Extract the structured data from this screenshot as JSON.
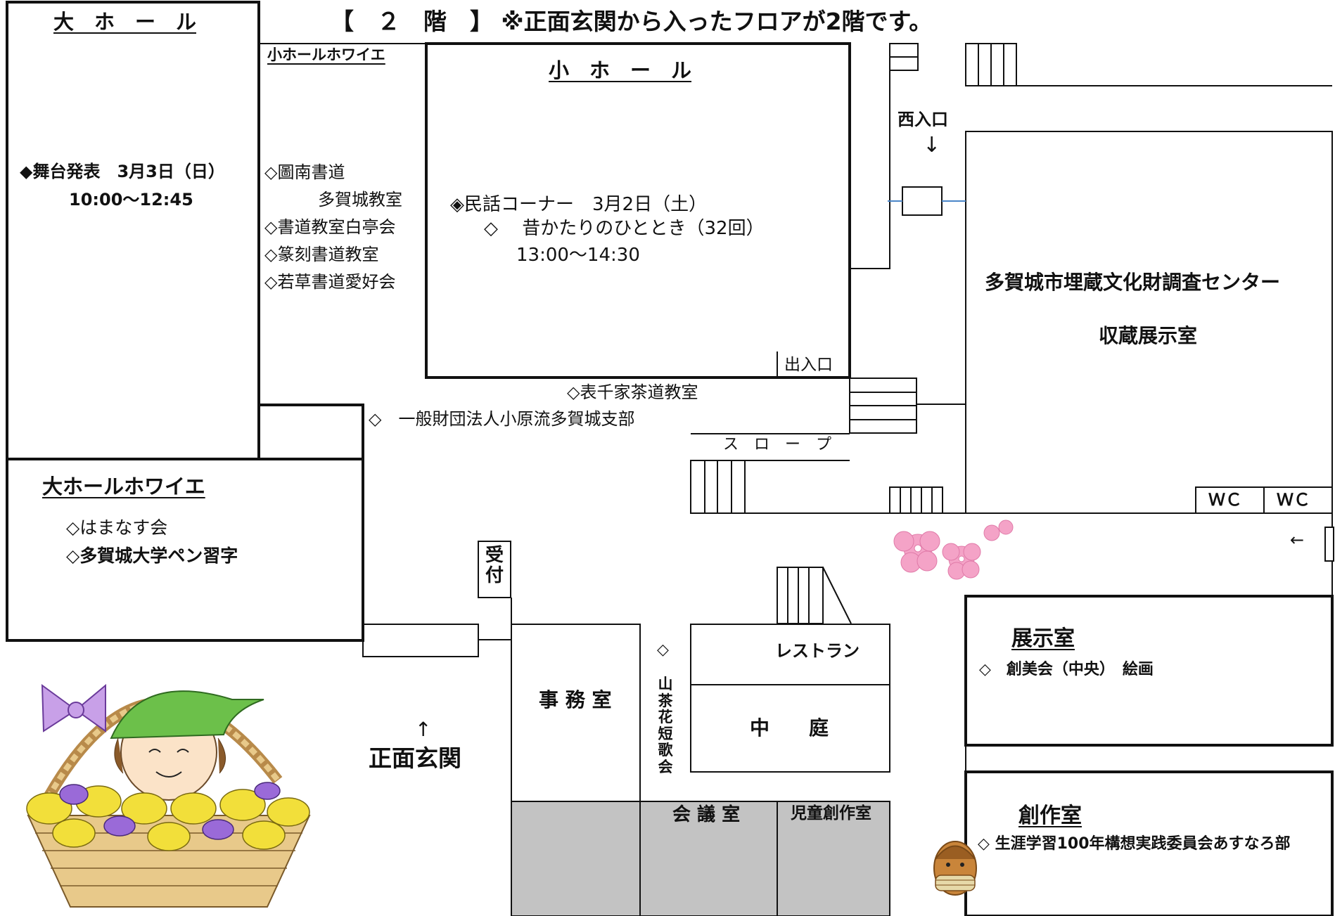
{
  "title": "【　２　階　】 ※正面玄関から入ったフロアが2階です。",
  "rooms": {
    "great_hall": {
      "name": "大　ホ　ー　ル",
      "event": "◆舞台発表　3月3日（日）",
      "time": "10:00～12:45"
    },
    "small_hall_foyer": {
      "name": "小ホールホワイエ",
      "entries": [
        "◇圖南書道",
        "多賀城教室",
        "◇書道教室白亭会",
        "◇篆刻書道教室",
        "◇若草書道愛好会"
      ]
    },
    "small_hall": {
      "name": "小　ホ　ー　ル",
      "event": "◈民話コーナー　3月2日（土）",
      "program": "◇　 昔かたりのひととき（32回）",
      "time": "13:00～14:30",
      "door": "出入口"
    },
    "corridor": {
      "entries": [
        "◇表千家茶道教室",
        "◇　一般財団法人小原流多賀城支部"
      ]
    },
    "west_entrance": {
      "label": "西入口",
      "arrow": "↓"
    },
    "center": {
      "name": "多賀城市埋蔵文化財調査センター",
      "sub": "収蔵展示室"
    },
    "slope": "ス　ロ　ー　プ",
    "wc": [
      "ＷＣ",
      "ＷＣ"
    ],
    "side_arrow": "←",
    "great_hall_foyer": {
      "name": "大ホールホワイエ",
      "entries": [
        "◇はまなす会",
        "◇多賀城大学ペン習字"
      ]
    },
    "reception": [
      "受",
      "付"
    ],
    "office": "事 務 室",
    "main_entrance": {
      "label": "正面玄関",
      "arrow": "↑"
    },
    "sazanka": {
      "mark": "◇",
      "chars": [
        "山",
        "茶",
        "花",
        "短",
        "歌",
        "会"
      ]
    },
    "restaurant": "レストラン",
    "courtyard": "中　　庭",
    "meeting_room": "会 議 室",
    "kids_room": "児童創作室",
    "exhibition": {
      "name": "展示室",
      "entry": "◇　創美会（中央）　絵画"
    },
    "creation": {
      "name": "創作室",
      "entry": "◇ 生涯学習100年構想実践委員会あすなろ部"
    }
  },
  "colors": {
    "line": "#111111",
    "gray_room": "#c3c3c3",
    "blue_line": "#4a86c8",
    "blossom": "#f4a3c7",
    "bow": "#b58ae0",
    "flower": "#f2df3a",
    "hat": "#6cc04a"
  }
}
